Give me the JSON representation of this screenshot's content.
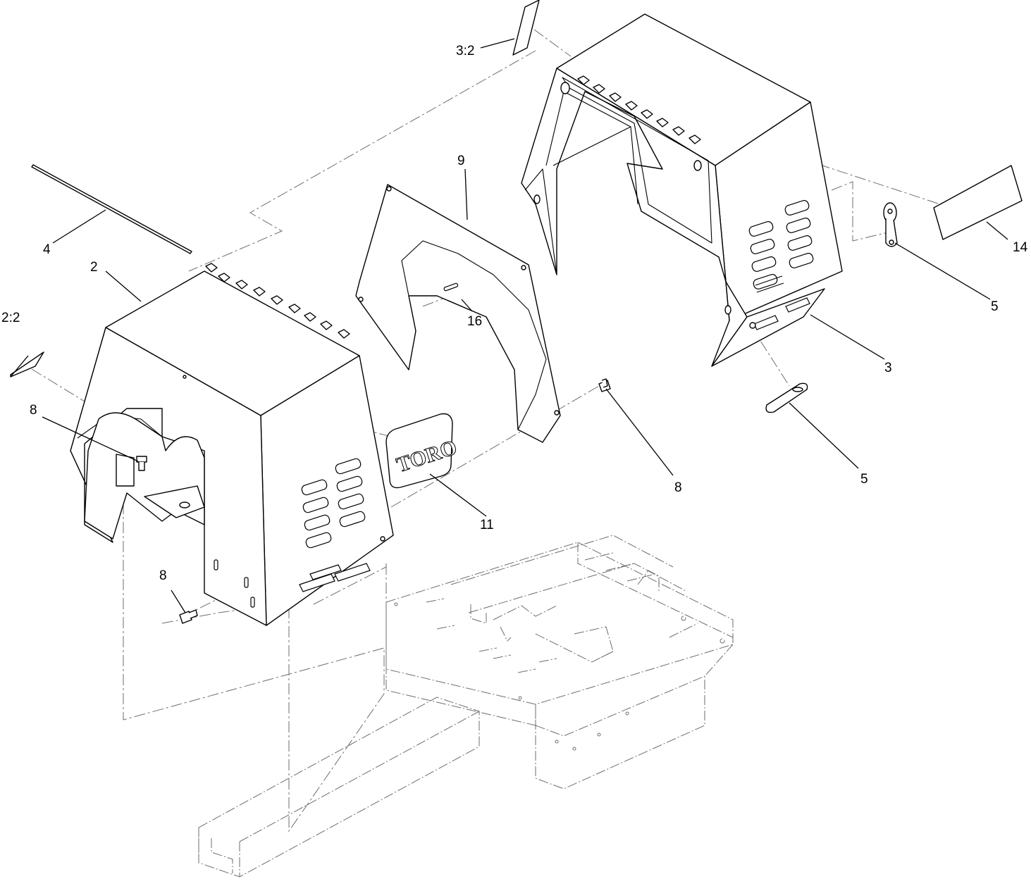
{
  "callouts": {
    "c_2_2": "2:2",
    "c_4": "4",
    "c_2": "2",
    "c_8_left": "8",
    "c_8_bottom": "8",
    "c_8_mid": "8",
    "c_9": "9",
    "c_16": "16",
    "c_11": "11",
    "c_3_2": "3:2",
    "c_14": "14",
    "c_5_upper": "5",
    "c_3": "3",
    "c_5_lower": "5"
  },
  "logo": {
    "brand": "TORO"
  }
}
